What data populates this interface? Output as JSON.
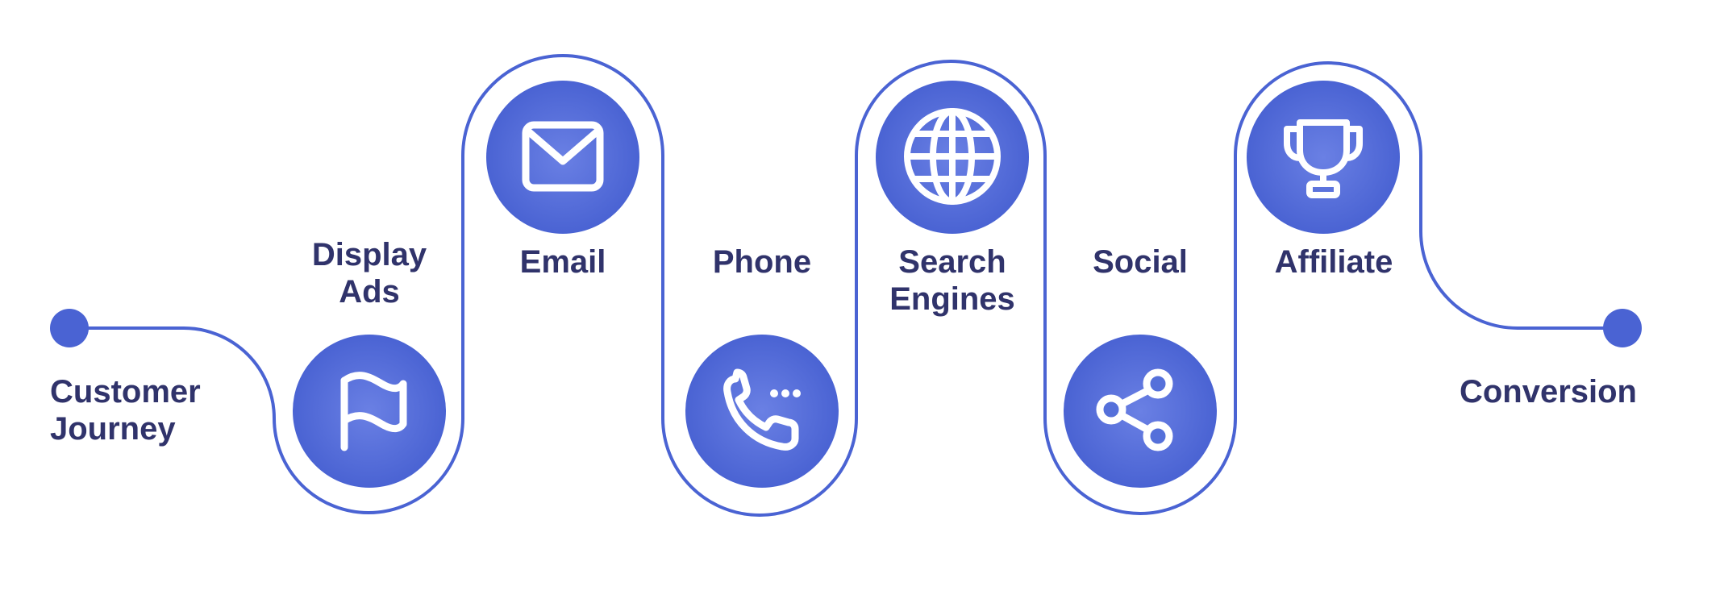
{
  "theme": {
    "accent": "#4a63d3",
    "accent_light": "#6a80e4",
    "text": "#30336b",
    "icon": "#ffffff"
  },
  "start": {
    "label": "Customer\nJourney"
  },
  "end": {
    "label": "Conversion"
  },
  "steps": [
    {
      "label": "Display\nAds",
      "icon": "flag-icon"
    },
    {
      "label": "Email",
      "icon": "envelope-icon"
    },
    {
      "label": "Phone",
      "icon": "phone-icon"
    },
    {
      "label": "Search\nEngines",
      "icon": "globe-icon"
    },
    {
      "label": "Social",
      "icon": "share-icon"
    },
    {
      "label": "Affiliate",
      "icon": "trophy-icon"
    }
  ]
}
